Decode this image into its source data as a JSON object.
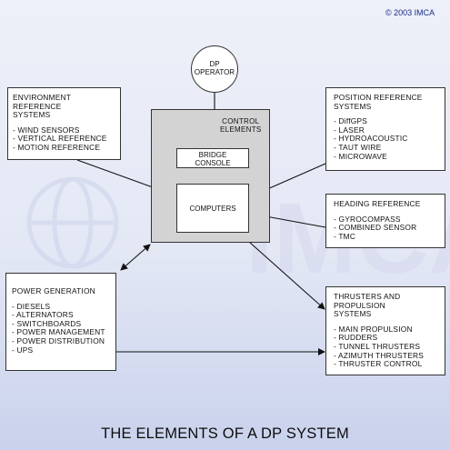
{
  "copyright": "© 2003 IMCA",
  "watermark_text": "IMCA",
  "operator": {
    "label": "DP\nOPERATOR"
  },
  "control": {
    "label": "CONTROL\nELEMENTS",
    "bridge_console": "BRIDGE\nCONSOLE",
    "computers": "COMPUTERS"
  },
  "environment": {
    "title": "ENVIRONMENT\nREFERENCE\nSYSTEMS",
    "items": [
      "- WIND SENSORS",
      "- VERTICAL REFERENCE",
      "- MOTION REFERENCE"
    ]
  },
  "position": {
    "title": "POSITION REFERENCE\nSYSTEMS",
    "items": [
      "- DiffGPS",
      "- LASER",
      "- HYDROACOUSTIC",
      "- TAUT WIRE",
      "- MICROWAVE"
    ]
  },
  "heading": {
    "title": "HEADING REFERENCE",
    "items": [
      "- GYROCOMPASS",
      "- COMBINED SENSOR",
      "- TMC"
    ]
  },
  "power": {
    "title": "POWER GENERATION",
    "items": [
      "- DIESELS",
      "- ALTERNATORS",
      "- SWITCHBOARDS",
      "- POWER MANAGEMENT",
      "- POWER DISTRIBUTION",
      "- UPS"
    ]
  },
  "thrusters": {
    "title": "THRUSTERS AND\nPROPULSION\nSYSTEMS",
    "items": [
      "- MAIN PROPULSION",
      "- RUDDERS",
      "- TUNNEL THRUSTERS",
      "- AZIMUTH THRUSTERS",
      "- THRUSTER CONTROL"
    ]
  },
  "page_title": "THE ELEMENTS OF A DP SYSTEM",
  "colors": {
    "background_top": "#eef0f9",
    "background_bottom": "#c9d2ec",
    "control_fill": "#d3d3d3",
    "copyright": "#1a2c8a",
    "line": "#111111"
  }
}
